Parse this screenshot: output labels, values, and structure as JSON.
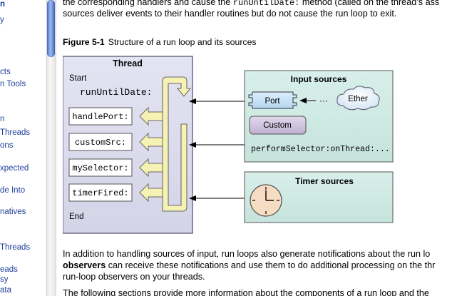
{
  "sidebar": {
    "items": [
      {
        "label": "n",
        "bold": true
      },
      {
        "label": "y",
        "bold": false
      },
      {
        "label": "cts",
        "bold": false
      },
      {
        "label": "n Tools",
        "bold": false
      },
      {
        "label": "n",
        "bold": false
      },
      {
        "label": " Threads",
        "bold": false
      },
      {
        "label": "ons",
        "bold": false
      },
      {
        "label": "xpected",
        "bold": false
      },
      {
        "label": "de Into",
        "bold": false
      },
      {
        "label": "natives",
        "bold": false
      },
      {
        "label": " Threads",
        "bold": false
      },
      {
        "label": "eads",
        "bold": false
      },
      {
        "label": "sy",
        "bold": false
      },
      {
        "label": "ata",
        "bold": false
      }
    ]
  },
  "intro": {
    "line1_a": "the corresponding handlers and cause the ",
    "line1_code": "runUntilDate:",
    "line1_b": " method (called on the thread’s ass",
    "line2": "sources deliver events to their handler routines but do not cause the run loop to exit."
  },
  "figure": {
    "label": "Figure 5-1",
    "caption": "Structure of a run loop and its sources",
    "thread": {
      "title": "Thread",
      "start": "Start",
      "run_until": "runUntilDate:",
      "end": "End",
      "handlers": [
        "handlePort:",
        "customSrc:",
        "mySelector:",
        "timerFired:"
      ]
    },
    "input_sources": {
      "title": "Input sources",
      "port": "Port",
      "ether": "Ether",
      "custom": "Custom",
      "perform": "performSelector:onThread:..."
    },
    "timer_sources": {
      "title": "Timer sources"
    }
  },
  "body": {
    "p1_line1": "In addition to handling sources of input, run loops also generate notifications about the run lo",
    "p1_line2_bold": "observers",
    "p1_line2_rest": " can receive these notifications and use them to do additional processing on the thr",
    "p1_line3": "run-loop observers on your threads.",
    "p2_line1": "The following sections provide more information about the components of a run loop and the"
  },
  "colors": {
    "link": "#1f3f9c",
    "thread_fill": "#d9d9ec",
    "source_fill": "#cfe9e3",
    "port_fill": "#c8e0f4",
    "custom_fill": "#cfc2dc",
    "arrow_fill": "#f6f2b4"
  }
}
